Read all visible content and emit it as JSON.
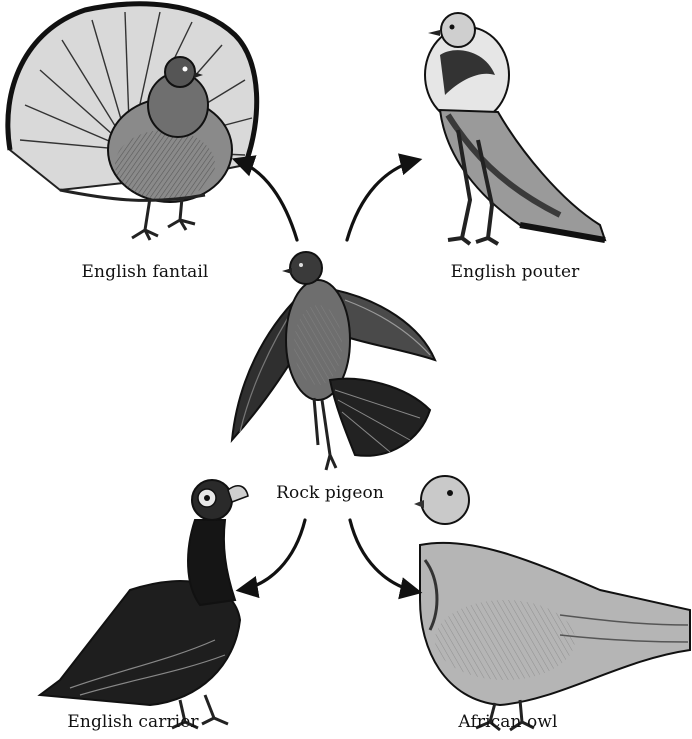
{
  "diagram": {
    "center": {
      "label": "Rock pigeon",
      "illustration": "rock-pigeon-illustration"
    },
    "breeds": [
      {
        "label": "English fantail",
        "illustration": "fantail-pigeon-illustration"
      },
      {
        "label": "English pouter",
        "illustration": "pouter-pigeon-illustration"
      },
      {
        "label": "English carrier",
        "illustration": "carrier-pigeon-illustration"
      },
      {
        "label": "African owl",
        "illustration": "owl-pigeon-illustration"
      }
    ],
    "colors": {
      "ink": "#111111",
      "dark": "#2a2a2a",
      "mid": "#777777",
      "light": "#cfcfcf",
      "paper": "#ffffff"
    }
  }
}
